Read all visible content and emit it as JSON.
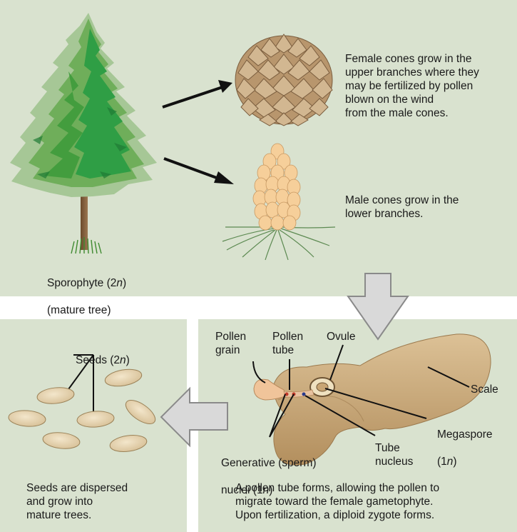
{
  "sporophyte": {
    "line1_prefix": "Sporophyte (2",
    "line1_italic": "n",
    "line1_suffix": ")",
    "line2": "(mature tree)"
  },
  "female_cone": {
    "description": "Female cones grow in the\nupper branches where they\nmay be fertilized by pollen\nblown on the wind\nfrom the male cones."
  },
  "male_cone": {
    "description": "Male cones grow in the\nlower branches."
  },
  "seeds": {
    "label_prefix": "Seeds (2",
    "label_italic": "n",
    "label_suffix": ")",
    "caption": "Seeds are dispersed\nand grow into\nmature trees."
  },
  "fertilization": {
    "pollen_grain": "Pollen\ngrain",
    "pollen_tube": "Pollen\ntube",
    "ovule": "Ovule",
    "scale": "Scale",
    "megaspore_line1": "Megaspore",
    "megaspore_prefix": "(1",
    "megaspore_italic": "n",
    "megaspore_suffix": ")",
    "generative_line1": "Generative (sperm)",
    "generative_prefix": "nuclei (1",
    "generative_italic": "n",
    "generative_suffix": ")",
    "tube_nucleus": "Tube\nnucleus",
    "caption": "A pollen tube forms, allowing the pollen to\nmigrate toward the female gametophyte.\nUpon fertilization, a diploid zygote forms."
  },
  "colors": {
    "panel_bg": "#d9e2cf",
    "scale_tan": "#d7b98c",
    "cone_brown": "#c9ab86",
    "male_cone": "#f4c890",
    "tree_green": "#4c9a3f",
    "seed_fill": "#e7d6b5"
  }
}
